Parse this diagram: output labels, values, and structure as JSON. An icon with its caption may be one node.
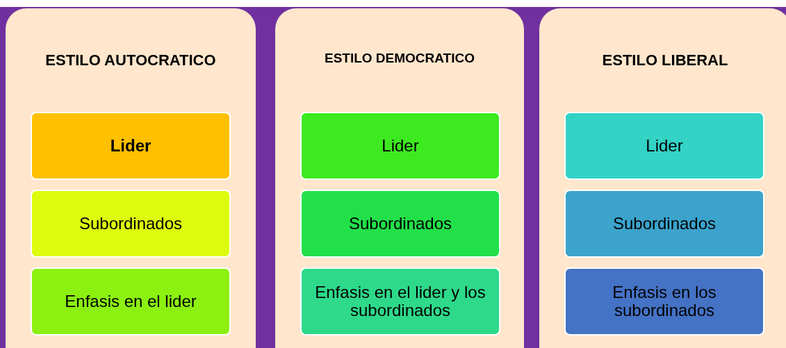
{
  "diagram": {
    "nodes": [
      {
        "text": [
          "ESTILO AUTOCRATICO"
        ]
      },
      {
        "text": [
          "Lider"
        ],
        "in": 0
      },
      {
        "text": [
          "Subordinados"
        ],
        "in": 0
      },
      {
        "text": [
          "Enfasis en el lider"
        ],
        "in": 0
      },
      {
        "text": [
          "ESTILO DEMOCRATICO"
        ]
      },
      {
        "text": [
          "Lider"
        ],
        "in": 4
      },
      {
        "text": [
          "Subordinados"
        ],
        "in": 4
      },
      {
        "text": [
          "Enfasis en el lider y los subordinados"
        ],
        "in": 4
      },
      {
        "text": [
          "ESTILO LIBERAL"
        ]
      },
      {
        "text": [
          "Lider"
        ],
        "in": 8
      },
      {
        "text": [
          "Subordinados"
        ],
        "in": 8
      },
      {
        "text": [
          "Enfasis en los subordinados"
        ],
        "in": 8
      }
    ],
    "edges": []
  }
}
